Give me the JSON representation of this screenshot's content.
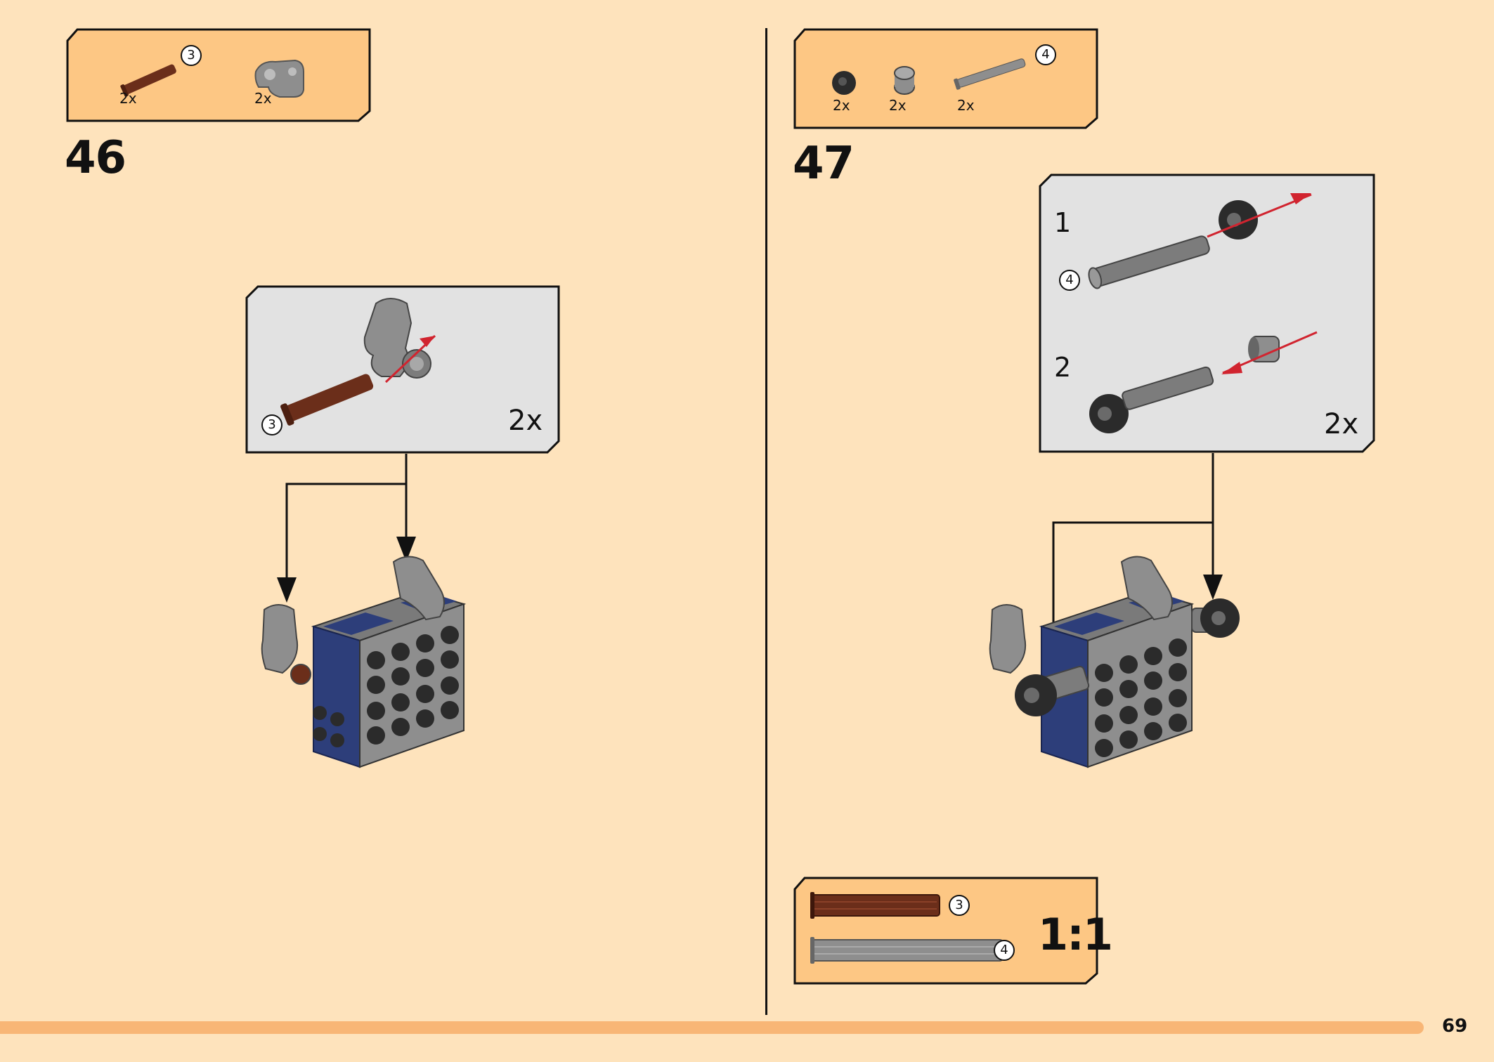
{
  "steps": [
    {
      "number": "46",
      "parts": [
        {
          "name": "axle-pin-brown",
          "qty": "2x",
          "callout": "3"
        },
        {
          "name": "connector-gray",
          "qty": "2x"
        }
      ],
      "subassembly": {
        "callout": "3",
        "multiplier": "2x"
      }
    },
    {
      "number": "47",
      "parts": [
        {
          "name": "ball-joint-black",
          "qty": "2x"
        },
        {
          "name": "bush-gray",
          "qty": "2x"
        },
        {
          "name": "axle-gray",
          "qty": "2x",
          "callout": "4"
        }
      ],
      "subassembly": {
        "step1": "1",
        "step1_callout": "4",
        "step2": "2",
        "multiplier": "2x"
      }
    }
  ],
  "scale_box": {
    "ratio": "1:1",
    "item1_callout": "3",
    "item2_callout": "4"
  },
  "page_number": "69",
  "colors": {
    "background": "#fee3bc",
    "box_fill": "#fdc784",
    "sub_fill": "#e2e2e2",
    "arrow_red": "#d1242f",
    "brown": "#6b2e1a",
    "gray": "#8e8e8e",
    "blue": "#2d3e7a"
  }
}
